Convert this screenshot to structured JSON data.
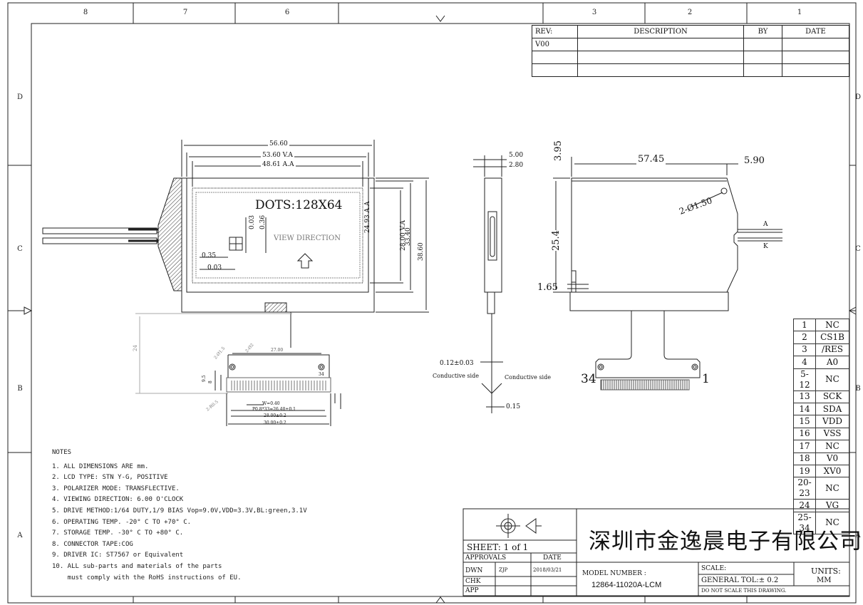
{
  "grid": {
    "top": [
      "8",
      "7",
      "6",
      "3",
      "2",
      "1"
    ],
    "left": [
      "D",
      "C",
      "B",
      "A"
    ],
    "right": [
      "D",
      "C",
      "B",
      "A"
    ]
  },
  "revision": {
    "headers": [
      "REV:",
      "DESCRIPTION",
      "BY",
      "DATE"
    ],
    "rows": [
      [
        "V00",
        "",
        "",
        ""
      ]
    ]
  },
  "front_view": {
    "dots_label": "DOTS:128X64",
    "view_direction": "VIEW DIRECTION",
    "dim_outline": "56.60",
    "dim_va": "53.60 V.A",
    "dim_aa": "48.61 A.A",
    "dim_height_aa": "24.93 A.A",
    "dim_height_va": "28.00 V.A",
    "dim_height_va2": "33.40",
    "dim_height_total": "38.60",
    "dim_dot_h1": "0.03",
    "dim_dot_h2": "0.36",
    "dim_dot_w1": "0.35",
    "dim_dot_w2": "0.03"
  },
  "side_view": {
    "dim_thick": "5.00",
    "dim_glass": "2.80",
    "dim_film": "0.12±0.03",
    "conductive_left": "Conductive side",
    "conductive_right": "Conductive side",
    "dim_bottom": "0.15"
  },
  "rear_view": {
    "dim_width": "57.45",
    "dim_right": "5.90",
    "dim_top": "3.95",
    "dim_height": "25.4",
    "dim_bottom": "1.65",
    "hole_label": "2-Ø1.50",
    "anode": "A",
    "cathode": "K",
    "pin_left": "34",
    "pin_right": "1"
  },
  "fpc_detail": {
    "dim_24": "24",
    "dim_27": "27.00",
    "dim_hole1": "2-Ø1.5",
    "dim_hole2": "2-Ø2",
    "dim_hole3": "2-R0.5",
    "pin_34": "34",
    "dim_w": "W=0.40",
    "dim_pitch": "P0.8*33=26.40±0.1",
    "dim_28": "28.00±0.2",
    "dim_30": "30.00±0.2",
    "dim_9": "9.5",
    "dim_8": "8"
  },
  "pins": [
    [
      "1",
      "NC"
    ],
    [
      "2",
      "CS1B"
    ],
    [
      "3",
      "/RES"
    ],
    [
      "4",
      "A0"
    ],
    [
      "5-12",
      "NC"
    ],
    [
      "13",
      "SCK"
    ],
    [
      "14",
      "SDA"
    ],
    [
      "15",
      "VDD"
    ],
    [
      "16",
      "VSS"
    ],
    [
      "17",
      "NC"
    ],
    [
      "18",
      "V0"
    ],
    [
      "19",
      "XV0"
    ],
    [
      "20-23",
      "NC"
    ],
    [
      "24",
      "VG"
    ],
    [
      "25-34",
      "NC"
    ]
  ],
  "notes": {
    "title": "NOTES",
    "items": [
      "1. ALL DIMENSIONS ARE mm.",
      "2. LCD TYPE: STN Y-G, POSITIVE",
      "3. POLARIZER MODE: TRANSFLECTIVE.",
      "4. VIEWING DIRECTION: 6.00 O'CLOCK",
      "5. DRIVE METHOD:1/64 DUTY,1/9 BIAS Vop=9.0V,VDD=3.3V,BL:green,3.1V",
      "6. OPERATING TEMP. -20° C TO +70° C.",
      "7. STORAGE TEMP. -30° C TO +80° C.",
      "8. CONNECTOR TAPE:COG",
      "9. DRIVER IC: ST7567 or Equivalent",
      "10. ALL sub-parts and materials of the parts",
      "    must comply with the RoHS instructions of EU."
    ]
  },
  "title_block": {
    "sheet": "SHEET: 1 of 1",
    "approvals": "APPROVALS",
    "date": "DATE",
    "dwn": "DWN",
    "dwn_name": "ZJP",
    "dwn_date": "2018/03/21",
    "chk": "CHK",
    "app": "APP",
    "company": "深圳市金逸晨电子有限公司",
    "model_label": "MODEL NUMBER :",
    "model_number": "12864-11020A-LCM",
    "scale": "SCALE:",
    "tolerance": "GENERAL TOL:± 0.2",
    "no_scale": "DO NOT SCALE THIS DRAWING.",
    "units_label": "UNITS:",
    "units": "MM"
  }
}
